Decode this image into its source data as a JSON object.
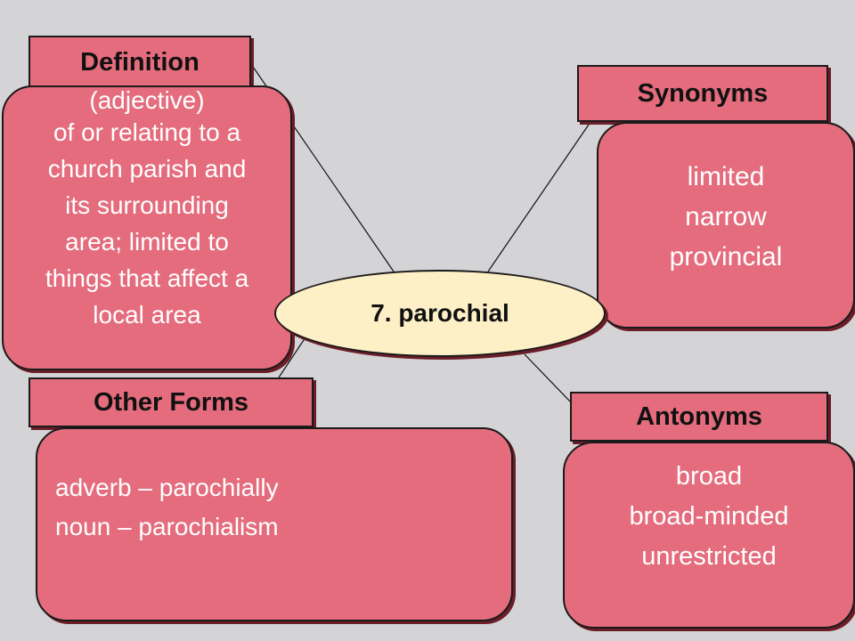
{
  "center": {
    "label": "7. parochial"
  },
  "definition": {
    "heading": "Definition",
    "lines": [
      "(adjective)",
      "of or relating to a",
      "church parish and",
      "its surrounding",
      "area; limited to",
      "things that affect a",
      "local area"
    ]
  },
  "synonyms": {
    "heading": "Synonyms",
    "items": [
      "limited",
      "narrow",
      "provincial"
    ]
  },
  "other_forms": {
    "heading": "Other Forms",
    "items": [
      "adverb – parochially",
      "noun – parochialism"
    ]
  },
  "antonyms": {
    "heading": "Antonyms",
    "items": [
      "broad",
      "broad-minded",
      "unrestricted"
    ]
  },
  "colors": {
    "background": "#d4d3d6",
    "box_fill": "#e46c7d",
    "center_fill": "#fdefc6",
    "shadow": "#6b1d28"
  }
}
